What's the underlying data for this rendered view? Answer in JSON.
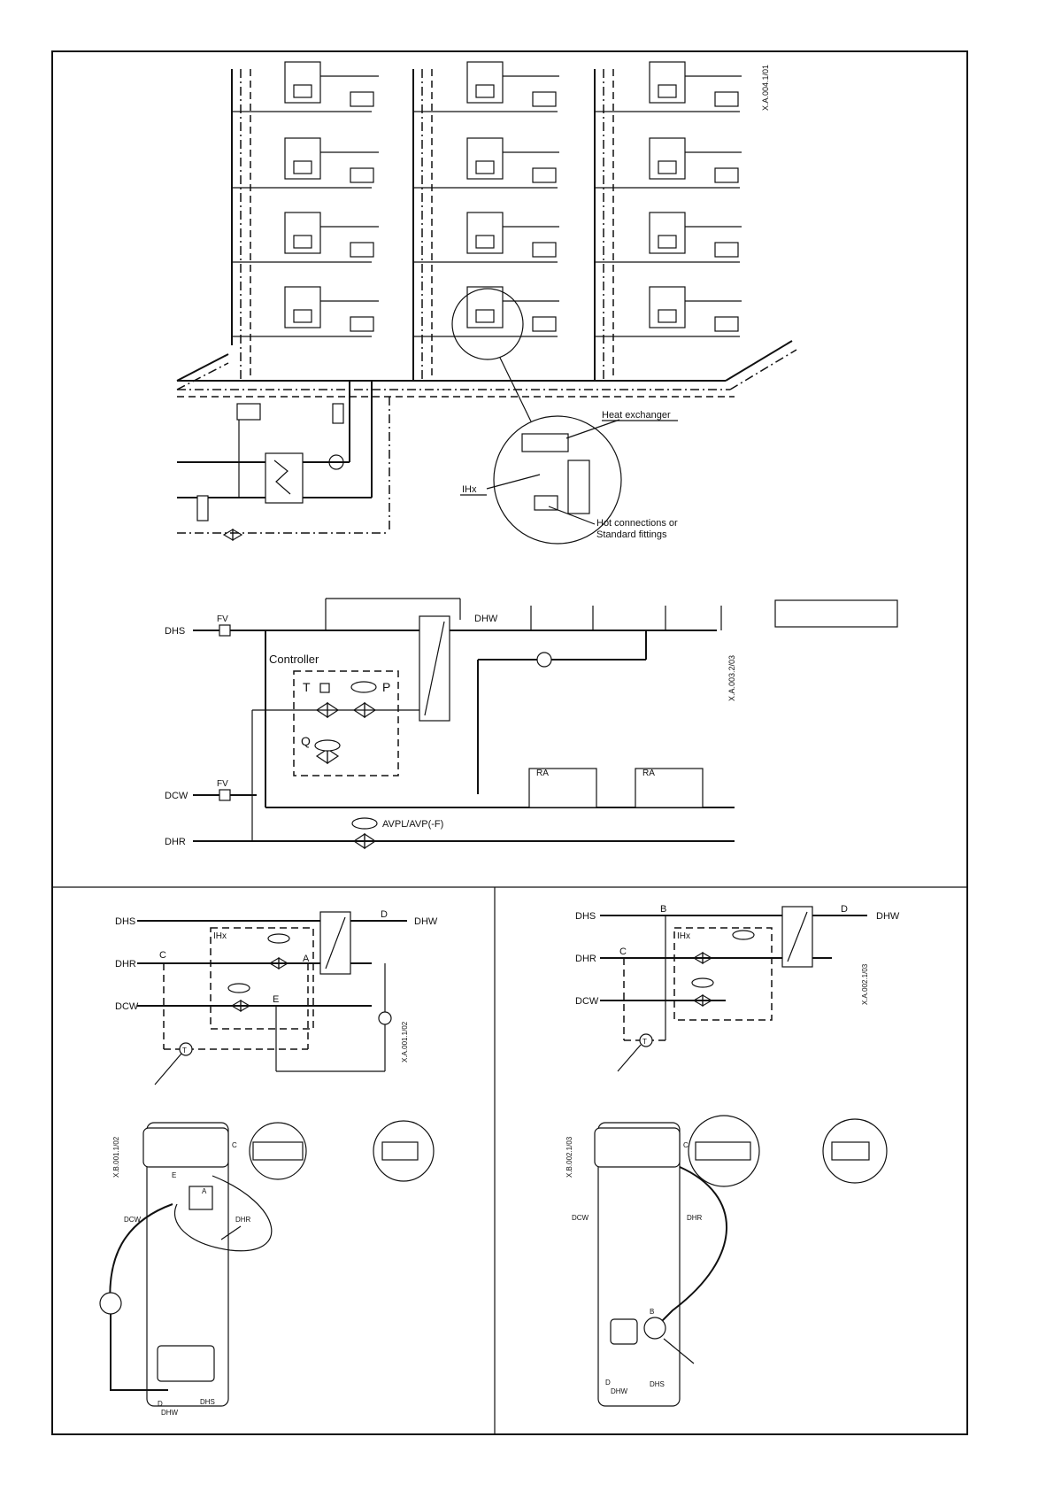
{
  "top_building": {
    "code": "X.A.004.1/01",
    "callout_heat_exchanger": "Heat exchanger",
    "callout_ihx": "IHx",
    "callout_fittings_line1": "Hot connections or",
    "callout_fittings_line2": "Standard fittings"
  },
  "middle_diagram": {
    "code": "X.A.003.2/03",
    "dhs": "DHS",
    "dcw": "DCW",
    "dhr": "DHR",
    "dhw": "DHW",
    "fv1": "FV",
    "fv2": "FV",
    "controller": "Controller",
    "t": "T",
    "p": "P",
    "q": "Q",
    "ra1": "RA",
    "ra2": "RA",
    "avpl": "AVPL/AVP(-F)"
  },
  "left_panel": {
    "code_schematic": "X.A.001.1/02",
    "code_photo": "X.B.001.1/02",
    "dhs": "DHS",
    "dhr": "DHR",
    "dcw": "DCW",
    "dhw": "DHW",
    "ihx": "IHx",
    "a": "A",
    "c": "C",
    "d": "D",
    "e": "E",
    "t": "T",
    "photo_dcw": "DCW",
    "photo_dhr": "DHR",
    "photo_dhw": "DHW",
    "photo_dhs": "DHS",
    "photo_d": "D",
    "photo_a": "A",
    "photo_c": "C",
    "photo_e": "E"
  },
  "right_panel": {
    "code_schematic": "X.A.002.1/03",
    "code_photo": "X.B.002.1/03",
    "dhs": "DHS",
    "dhr": "DHR",
    "dcw": "DCW",
    "dhw": "DHW",
    "ihx": "IHx",
    "b": "B",
    "c": "C",
    "d": "D",
    "t": "T",
    "photo_dcw": "DCW",
    "photo_dhr": "DHR",
    "photo_dhw": "DHW",
    "photo_dhs": "DHS",
    "photo_d": "D",
    "photo_b": "B",
    "photo_c": "C"
  }
}
